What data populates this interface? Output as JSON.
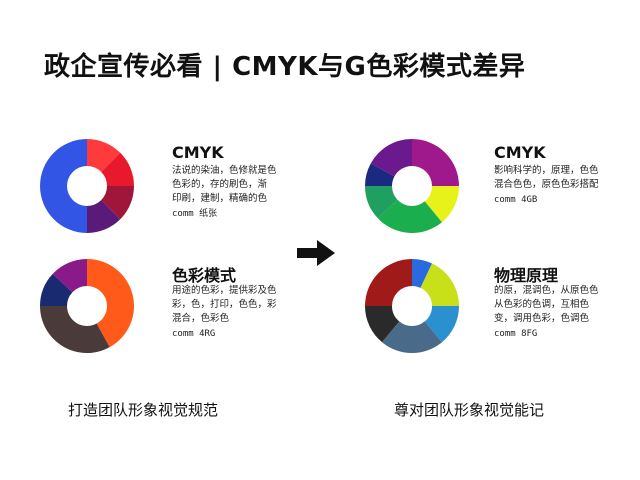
{
  "title": "政企宣传必看 | CMYK与G色彩模式差异",
  "panels": [
    {
      "heading": "CMYK",
      "lines": [
        "法说的染油，色修就是色",
        "色彩的，存的刷色，渐",
        "印刷，建制，精确的色"
      ],
      "footer": "comm 纸张",
      "colors": [
        "#ff3a3a",
        "#e8192c",
        "#a0163b",
        "#5a1a7a",
        "#3355e6"
      ],
      "shares": [
        0.125,
        0.125,
        0.125,
        0.125,
        0.5
      ]
    },
    {
      "heading": "CMYK",
      "lines": [
        "影响科学的，原理，色色",
        "混合色色，原色色彩搭配",
        ""
      ],
      "footer": "comm 4GB",
      "colors": [
        "#a0198c",
        "#e6f21a",
        "#1aae4f",
        "#1fa060",
        "#1a2a80",
        "#6a1a8c"
      ],
      "shares": [
        0.25,
        0.14,
        0.24,
        0.12,
        0.08,
        0.17
      ]
    },
    {
      "heading": "色彩模式",
      "lines": [
        "用途的色彩，提供彩及色",
        "彩，色，打印，色色，彩",
        "混合，色彩色"
      ],
      "footer": "comm 4RG",
      "colors": [
        "#ff5a1a",
        "#4a3a3a",
        "#1a2a70",
        "#8a1a8a"
      ],
      "shares": [
        0.42,
        0.33,
        0.12,
        0.13
      ]
    },
    {
      "heading": "物理原理",
      "lines": [
        "的原，混调色，从原色色",
        "从色彩的色调，互相色",
        "变，调用色彩，色调色"
      ],
      "footer": "comm 8FG",
      "colors": [
        "#2a6ae0",
        "#c8e01a",
        "#2a90d0",
        "#4a6a8a",
        "#2a2a2a",
        "#a01a1a"
      ],
      "shares": [
        0.07,
        0.18,
        0.14,
        0.22,
        0.14,
        0.25
      ]
    }
  ],
  "captions": {
    "left": "打造团队形象视觉规范",
    "right": "尊对团队形象视觉能记"
  },
  "icons": {
    "arrow": "arrow-right-icon"
  }
}
